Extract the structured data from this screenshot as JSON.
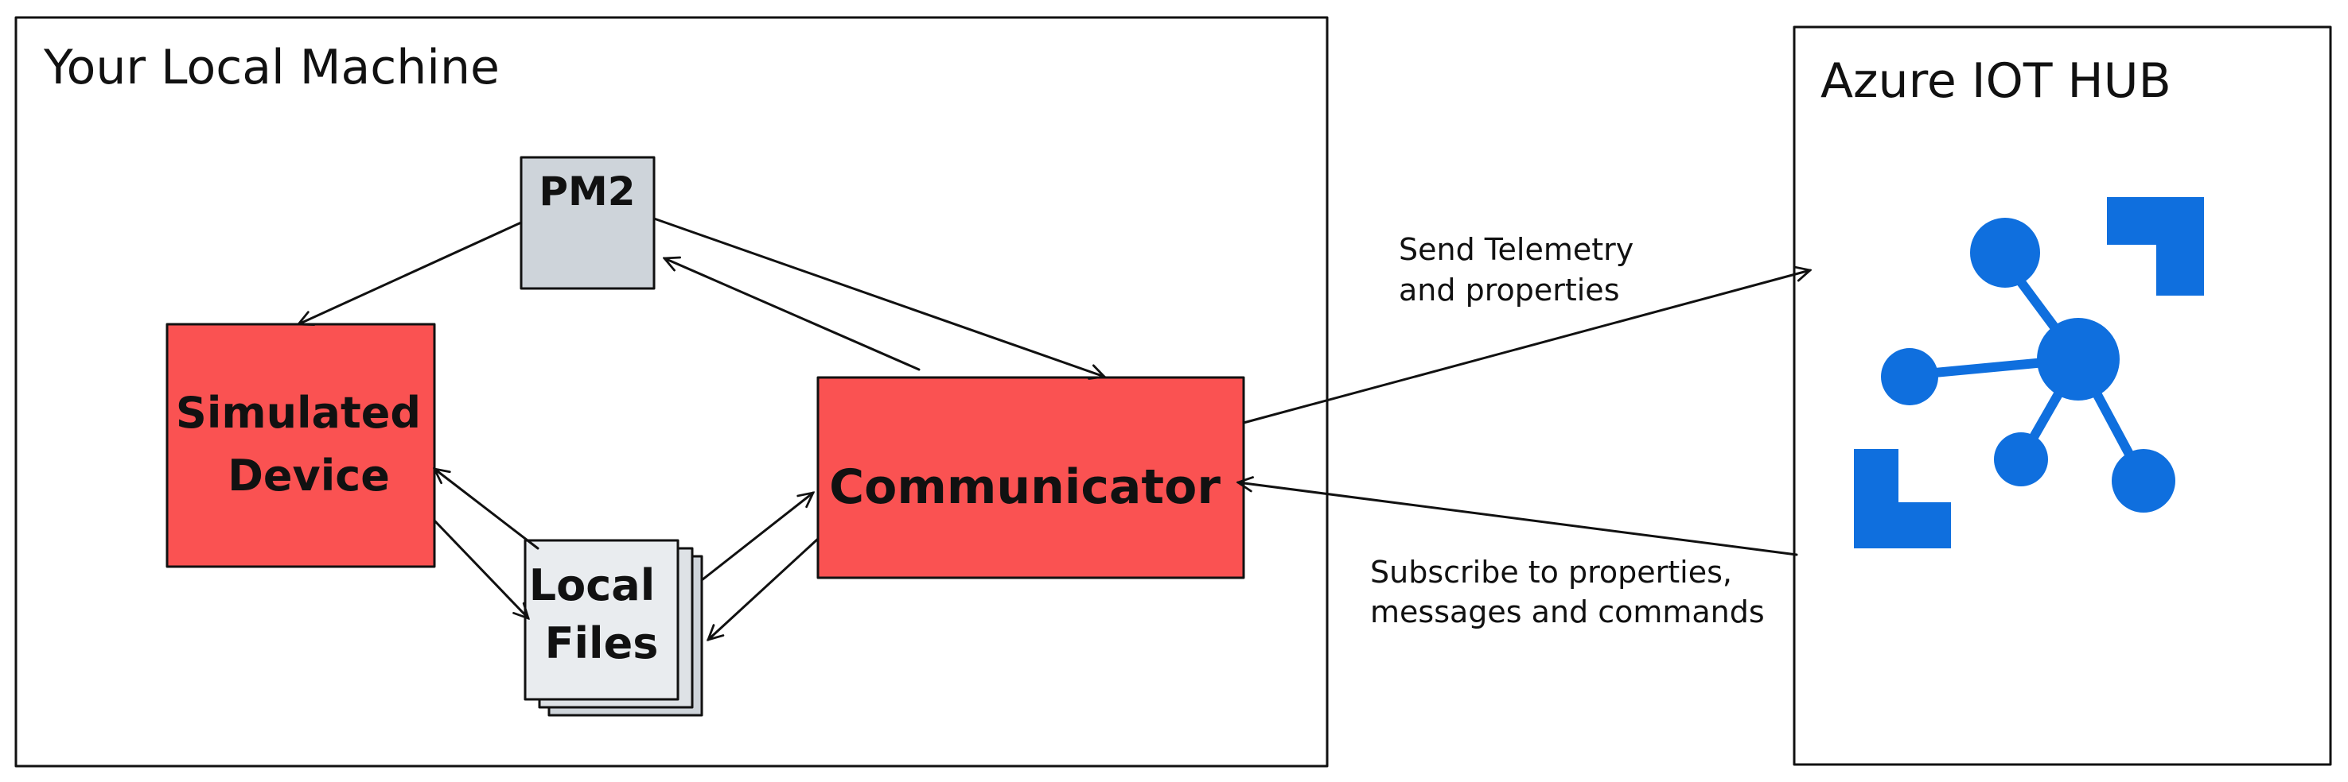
{
  "local_machine": {
    "title": "Your Local Machine"
  },
  "azure": {
    "title": "Azure IOT HUB",
    "icon": "iot-hub-icon"
  },
  "nodes": {
    "pm2": {
      "label": "PM2"
    },
    "simulated_device": {
      "line1": "Simulated",
      "line2": "Device"
    },
    "communicator": {
      "label": "Communicator"
    },
    "local_files": {
      "line1": "Local",
      "line2": "Files"
    }
  },
  "edges": {
    "send": {
      "line1": "Send Telemetry",
      "line2": "and properties"
    },
    "subscribe": {
      "line1": "Subscribe to properties,",
      "line2": "messages and commands"
    }
  },
  "colors": {
    "red_node": "#fa5252",
    "pm2_fill": "#ced4da",
    "files_fill": "#e9ecef",
    "azure_blue": "#0f6fde",
    "stroke": "#111111"
  }
}
